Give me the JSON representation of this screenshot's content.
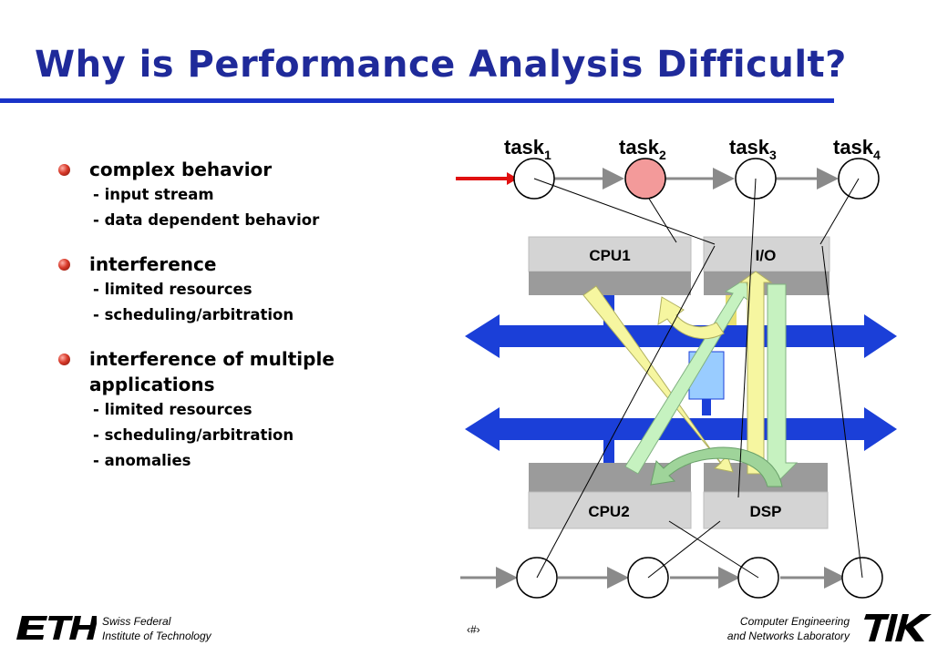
{
  "title": "Why is Performance Analysis Difficult?",
  "bullets": [
    {
      "head": "complex behavior",
      "subs": [
        "- input stream",
        "- data dependent behavior"
      ]
    },
    {
      "head": "interference",
      "subs": [
        "- limited resources",
        "- scheduling/arbitration"
      ]
    },
    {
      "head": "interference of multiple",
      "head2": "applications",
      "subs": [
        "- limited resources",
        "- scheduling/arbitration",
        "- anomalies"
      ]
    }
  ],
  "diagram": {
    "tasks": [
      {
        "name": "task",
        "sub": "1"
      },
      {
        "name": "task",
        "sub": "2"
      },
      {
        "name": "task",
        "sub": "3"
      },
      {
        "name": "task",
        "sub": "4"
      }
    ],
    "units": {
      "cpu1": "CPU1",
      "io": "I/O",
      "cpu2": "CPU2",
      "dsp": "DSP"
    }
  },
  "footer": {
    "left_line1": "Swiss Federal",
    "left_line2": "Institute of Technology",
    "right_line1": "Computer Engineering",
    "right_line2": "and Networks Laboratory",
    "page": "‹#›"
  },
  "colors": {
    "title": "#1f2a9a",
    "rule": "#1a33c8",
    "bus": "#1b3fd8",
    "active_task": "#f39a9a",
    "input_arrow": "#e01010"
  },
  "logos": {
    "left": "ETH",
    "right": "TIK"
  }
}
